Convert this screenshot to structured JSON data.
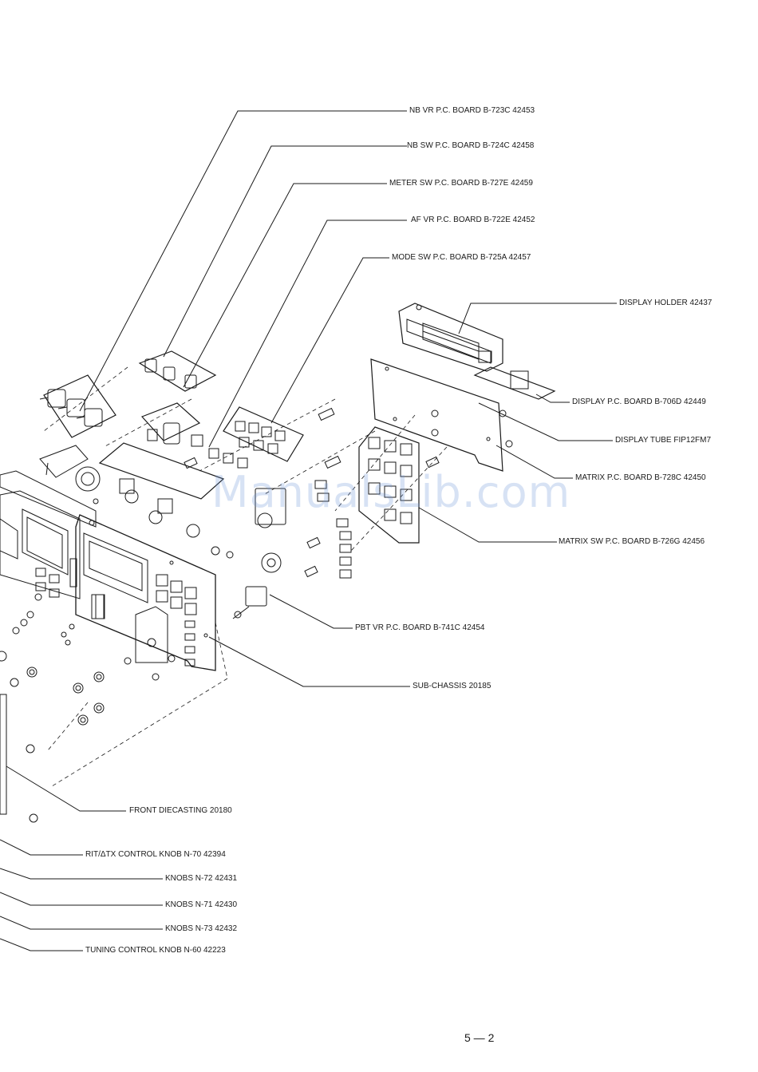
{
  "labels": {
    "nb_vr": "NB VR P.C. BOARD B-723C 42453",
    "nb_sw": "NB SW P.C. BOARD B-724C 42458",
    "meter_sw": "METER SW P.C. BOARD B-727E 42459",
    "af_vr": "AF VR P.C. BOARD B-722E 42452",
    "mode_sw": "MODE SW P.C. BOARD B-725A 42457",
    "display_holder": "DISPLAY HOLDER 42437",
    "display_pcb": "DISPLAY P.C. BOARD B-706D 42449",
    "display_tube": "DISPLAY TUBE FIP12FM7",
    "matrix_pcb": "MATRIX P.C. BOARD B-728C 42450",
    "matrix_sw": "MATRIX SW P.C. BOARD B-726G 42456",
    "pbt_vr": "PBT VR P.C. BOARD B-741C 42454",
    "sub_chassis": "SUB-CHASSIS 20185",
    "front_diecasting": "FRONT DIECASTING 20180",
    "rit_knob": "RIT/ΔTX CONTROL KNOB N-70 42394",
    "knobs_72": "KNOBS N-72 42431",
    "knobs_71": "KNOBS N-71 42430",
    "knobs_73": "KNOBS N-73 42432",
    "tuning_knob": "TUNING CONTROL KNOB N-60 42223"
  },
  "watermark": "ManualsLib.com",
  "page_number": "5 — 2"
}
